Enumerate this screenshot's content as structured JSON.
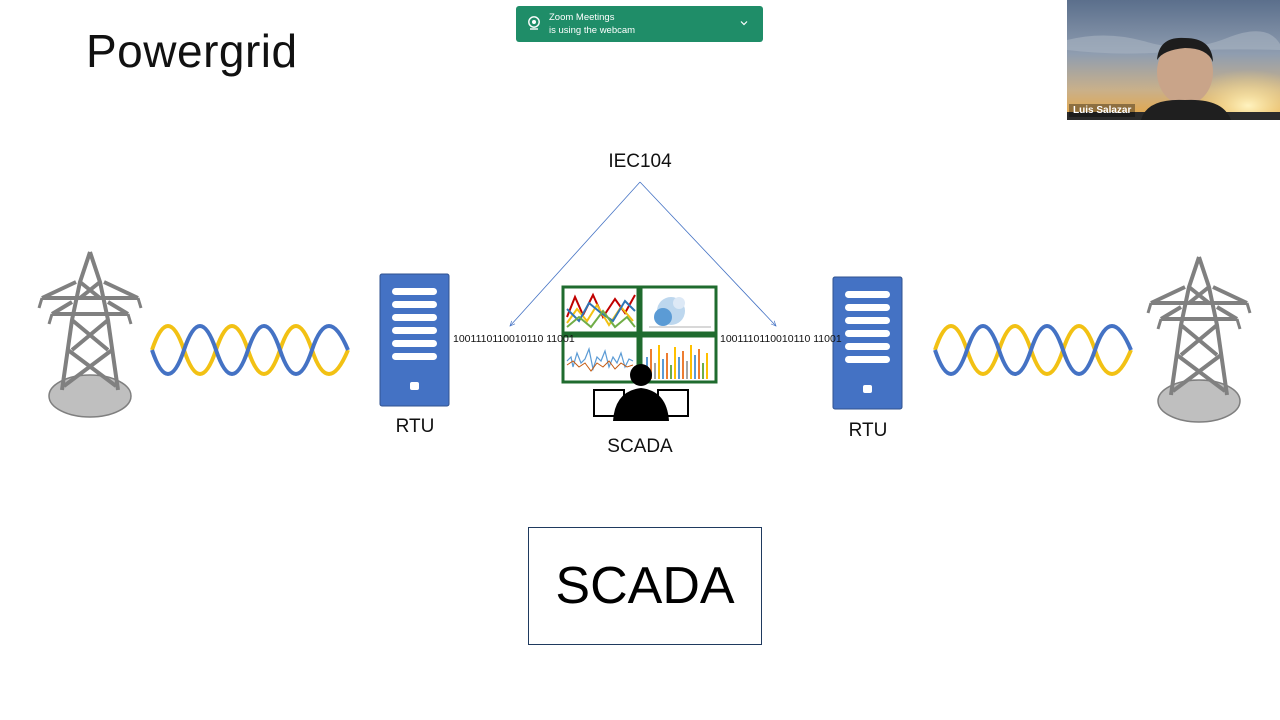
{
  "slide": {
    "title": "Powergrid",
    "protocol_label": "IEC104",
    "rtu_left_label": "RTU",
    "rtu_right_label": "RTU",
    "scada_label": "SCADA",
    "bits_left": "1001110110010110 11001",
    "bits_right": "1001110110010110 11001",
    "scada_box_text": "SCADA",
    "icons": [
      "transmission-tower-icon",
      "sine-wave-icon",
      "server-rack-icon",
      "scada-workstation-icon"
    ]
  },
  "notification": {
    "app": "Zoom Meetings",
    "message": "is using the webcam",
    "icon": "webcam-icon",
    "accent": "#1f8d68"
  },
  "webcam": {
    "participant_name": "Luis Salazar"
  },
  "colors": {
    "server_blue": "#4472c4",
    "wave_blue": "#4472c4",
    "wave_yellow": "#f2c114",
    "monitor_green": "#1f6b2e",
    "tower_gray": "#7f7f7f"
  }
}
